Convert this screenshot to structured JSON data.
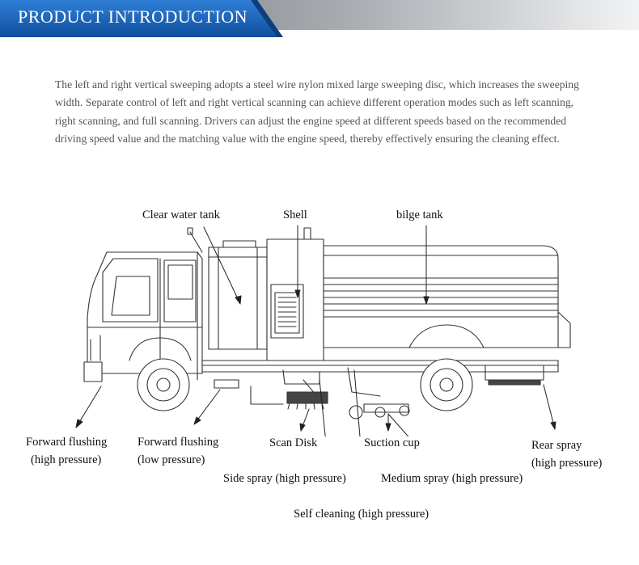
{
  "header": {
    "title": "PRODUCT INTRODUCTION"
  },
  "intro_text": "The left and right vertical sweeping adopts a steel wire nylon mixed large sweeping disc, which increases the sweeping width. Separate control of left and right vertical scanning can achieve different operation modes such as left scanning, right scanning, and full scanning. Drivers can adjust the engine speed at different speeds based on the recommended driving speed value and the matching value with the engine speed, thereby effectively ensuring the cleaning effect.",
  "labels": {
    "clear_water_tank": "Clear water tank",
    "shell": "Shell",
    "bilge_tank": "bilge tank",
    "forward_flushing_high": [
      "Forward flushing",
      "(high pressure)"
    ],
    "forward_flushing_low": [
      "Forward flushing",
      "(low pressure)"
    ],
    "scan_disk": "Scan Disk",
    "suction_cup": "Suction cup",
    "rear_spray": [
      "Rear spray",
      "(high pressure)"
    ],
    "side_spray": "Side spray (high pressure)",
    "medium_spray": "Medium spray (high pressure)",
    "self_cleaning": "Self cleaning (high pressure)"
  },
  "colors": {
    "banner_blue": "#1a5fb0",
    "banner_gray": "#8a8f95",
    "text_gray": "#555555"
  }
}
